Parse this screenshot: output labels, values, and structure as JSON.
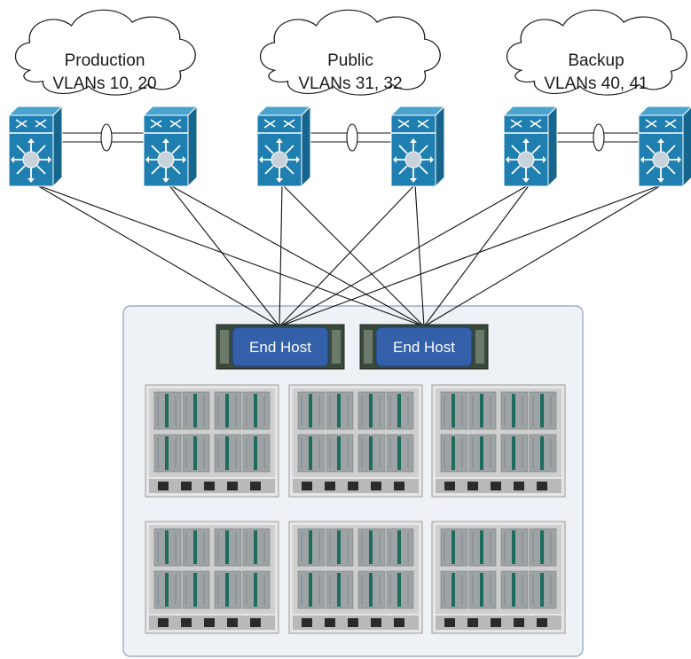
{
  "clouds": [
    {
      "name": "Production",
      "vlans": "VLANs 10, 20"
    },
    {
      "name": "Public",
      "vlans": "VLANs 31, 32"
    },
    {
      "name": "Backup",
      "vlans": "VLANs 40, 41"
    }
  ],
  "end_hosts": [
    {
      "label": "End Host"
    },
    {
      "label": "End Host"
    }
  ],
  "colors": {
    "switch_blue": "#1f7fb0",
    "switch_light": "#4aa3cf",
    "end_host_blue": "#3360a8",
    "chassis_panel": "#eef2f7",
    "chassis_border": "#8aa0bf",
    "link": "#111111"
  },
  "icons": {
    "switch": "nexus-switch-icon",
    "blade_chassis": "blade-chassis-icon"
  }
}
